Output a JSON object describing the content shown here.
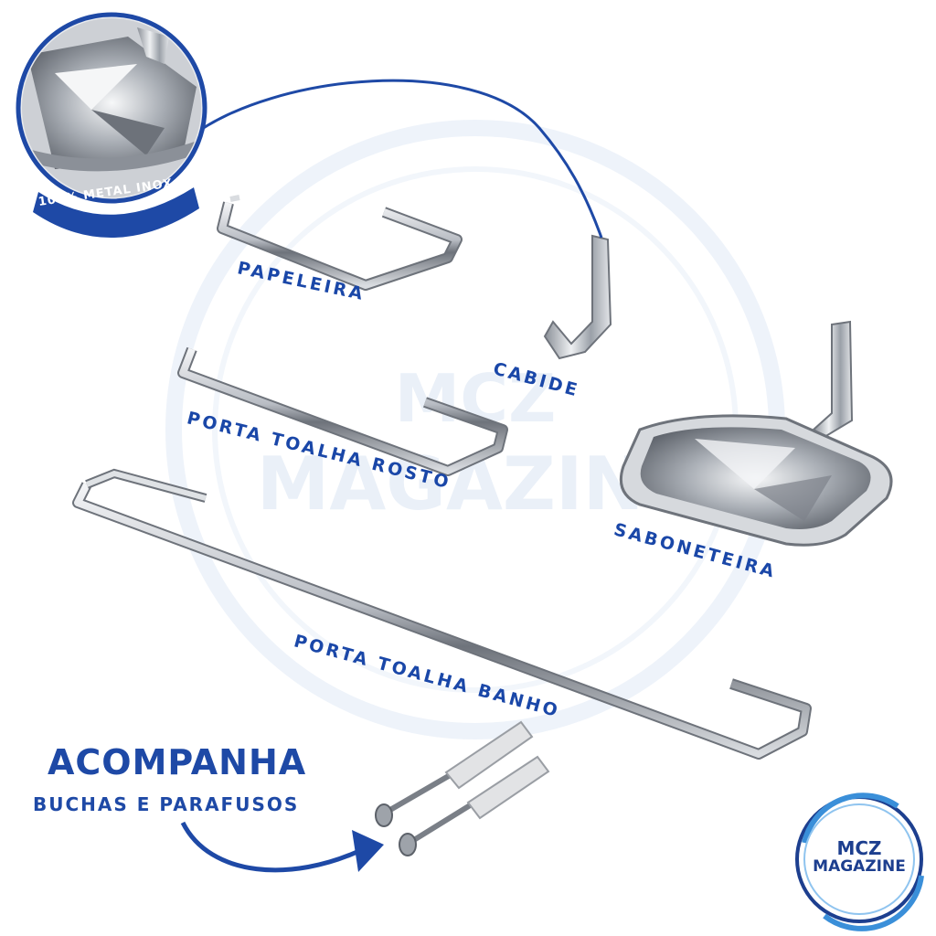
{
  "labels": {
    "papeleira": "PAPELEIRA",
    "cabide": "CABIDE",
    "porta_toalha_rosto": "PORTA TOALHA ROSTO",
    "saboneteira": "SABONETEIRA",
    "porta_toalha_banho": "PORTA TOALHA BANHO"
  },
  "badge": "100% METAL INOX",
  "callout": {
    "title": "ACOMPANHA",
    "subtitle": "BUCHAS E PARAFUSOS"
  },
  "watermark": {
    "line1": "MCZ",
    "line2": "MAGAZINE"
  },
  "logo": {
    "line1": "MCZ",
    "line2": "MAGAZINE"
  },
  "colors": {
    "brand_blue": "#1a47a8",
    "navy": "#1d3f8f",
    "chrome": "#c9ccd1"
  }
}
